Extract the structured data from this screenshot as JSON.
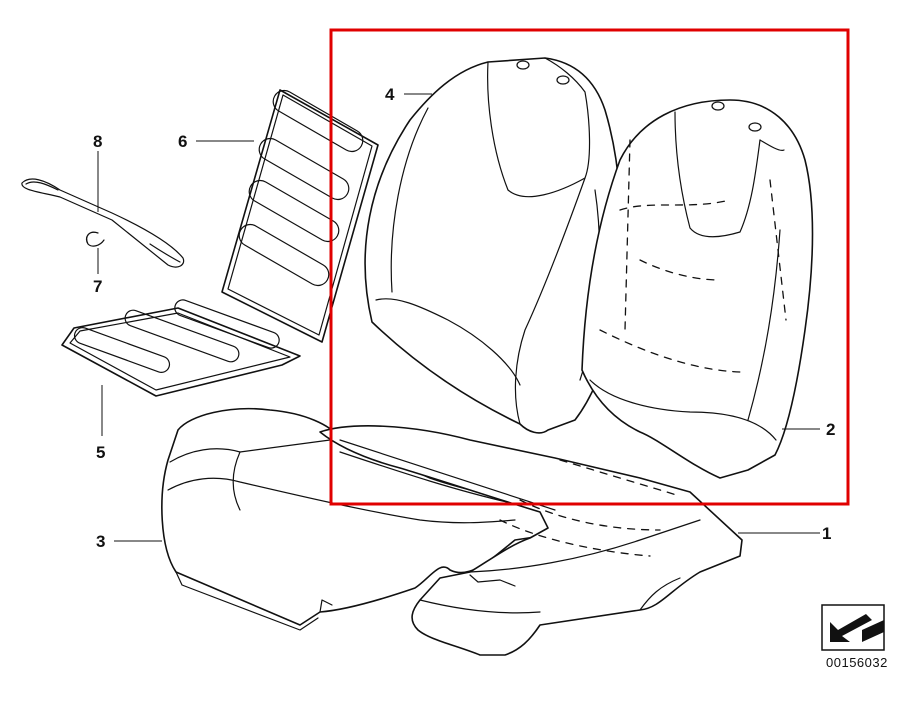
{
  "callouts": [
    {
      "id": "1",
      "label": "1",
      "part": "seat-frame-foam"
    },
    {
      "id": "2",
      "label": "2",
      "part": "backrest-pad-inner"
    },
    {
      "id": "3",
      "label": "3",
      "part": "seat-cushion-cover"
    },
    {
      "id": "4",
      "label": "4",
      "part": "backrest-cover"
    },
    {
      "id": "5",
      "label": "5",
      "part": "seat-heating-element"
    },
    {
      "id": "6",
      "label": "6",
      "part": "backrest-heating-element"
    },
    {
      "id": "7",
      "label": "7",
      "part": "clip"
    },
    {
      "id": "8",
      "label": "8",
      "part": "wire-cable"
    }
  ],
  "reference_number": "00156032",
  "highlight": {
    "color": "#e00000",
    "target": "backrest-parts"
  },
  "colors": {
    "line": "#111111",
    "background": "#ffffff"
  }
}
